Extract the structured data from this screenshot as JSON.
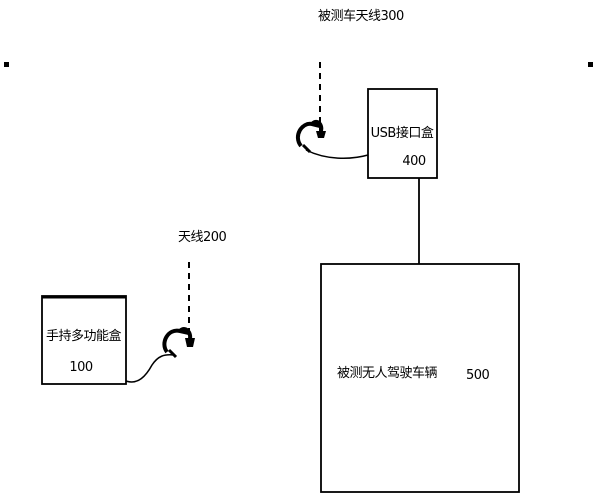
{
  "diagram": {
    "vehicle_antenna": {
      "label": "被测车天线300"
    },
    "usb_box": {
      "label_line1": "USB接口盒",
      "label_line2": "400"
    },
    "antenna": {
      "label": "天线200"
    },
    "handheld_box": {
      "label_line1": "手持多功能盒",
      "label_line2": "100"
    },
    "vehicle": {
      "label": "被测无人驾驶车辆",
      "number": "500"
    }
  }
}
